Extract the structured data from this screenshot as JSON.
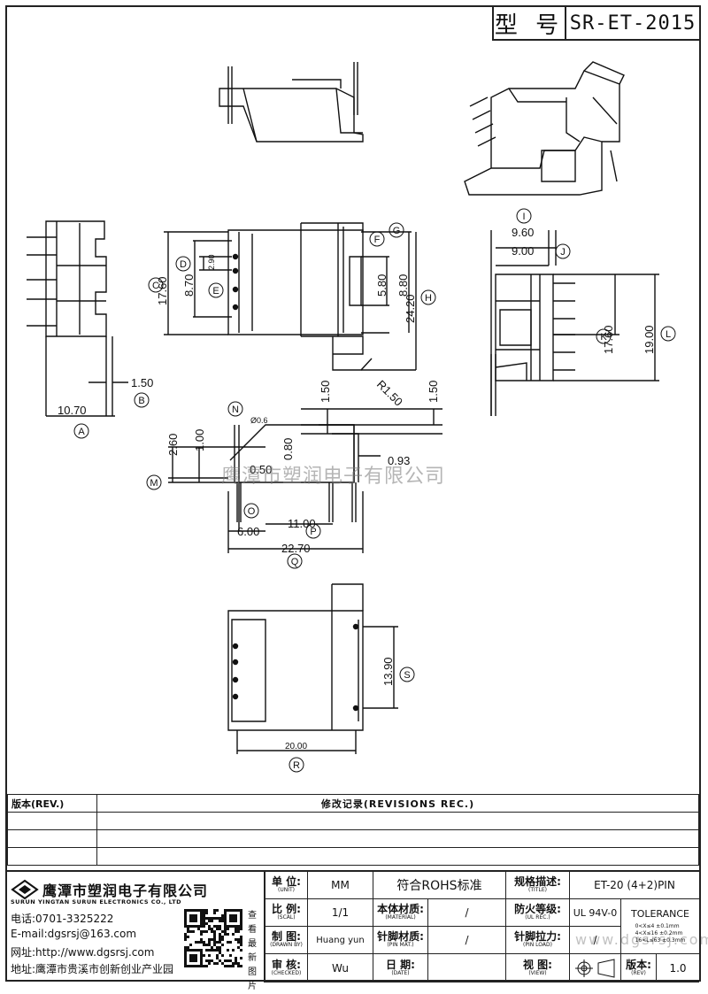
{
  "model": {
    "label": "型 号",
    "value": "SR-ET-2015"
  },
  "watermark": {
    "text": "鹰潭市塑润电子有限公司",
    "url": "www.dgsrsj.com"
  },
  "dims": {
    "A": "10.70",
    "B": "1.50",
    "C": "17.60",
    "D": "8.70",
    "E": "2.90",
    "F": "5.80",
    "G": "8.80",
    "H": "24.20",
    "R1": "R1.50",
    "I": "9.60",
    "J": "9.00",
    "K": "17.60",
    "L": "19.00",
    "M1": "2.60",
    "M2": "1.00",
    "N": "Ø0.6",
    "h1": "0.80",
    "h2": "0.50",
    "t1": "1.50",
    "t2": "1.50",
    "O": "6.00",
    "P": "11.00",
    "Q": "22.70",
    "w": "0.93",
    "S": "13.90",
    "R": "20.00"
  },
  "circle_labels": [
    "A",
    "B",
    "C",
    "D",
    "E",
    "F",
    "G",
    "H",
    "I",
    "J",
    "K",
    "L",
    "M",
    "N",
    "O",
    "P",
    "Q",
    "R",
    "S"
  ],
  "revisions": {
    "header_left": "版本(REV.)",
    "header_right": "修改记录(REVISIONS REC.)"
  },
  "company": {
    "name_cn": "鹰潭市塑润电子有限公司",
    "name_en": "SURUN YINGTAN SURUN ELECTRONICS CO., LTD",
    "phone": "电话:0701-3325222",
    "email": "E-mail:dgsrsj@163.com",
    "web": "网址:http://www.dgsrsj.com",
    "address": "地址:鹰潭市贵溪市创新创业产业园",
    "qr_label": "查看最新图片"
  },
  "title_block": {
    "unit": {
      "cn": "单 位:",
      "en": "(UNIT)",
      "value": "MM"
    },
    "scale": {
      "cn": "比 例:",
      "en": "(SCAL)",
      "value": "1/1"
    },
    "drawn": {
      "cn": "制 图:",
      "en": "(DRAWN BY)",
      "value": "Huang yun"
    },
    "checked": {
      "cn": "审 核:",
      "en": "(CHECKED)",
      "value": "Wu"
    },
    "rohs": "符合ROHS标准",
    "material": {
      "cn": "本体材质:",
      "en": "(MATERIAL)",
      "value": "/"
    },
    "pin_mat": {
      "cn": "针脚材质:",
      "en": "(PIN MAT.)",
      "value": "/"
    },
    "date": {
      "cn": "日 期:",
      "en": "(DATE)",
      "value": ""
    },
    "title": {
      "cn": "规格描述:",
      "en": "(TITLE)",
      "value": "ET-20 (4+2)PIN"
    },
    "ul": {
      "cn": "防火等级:",
      "en": "(UL REC.)",
      "value": "UL 94V-0"
    },
    "pin_load": {
      "cn": "针脚拉力:",
      "en": "(PIN LOAD)",
      "value": "/"
    },
    "view": {
      "cn": "视 图:",
      "en": "(VIEW)"
    },
    "tolerance": "TOLERANCE",
    "tol_lines": [
      "0<X≤4  ±0.1mm",
      "4<X≤16  ±0.2mm",
      "16<L≤63 ±0.3mm"
    ],
    "rev": {
      "cn": "版本:",
      "en": "(REV)",
      "value": "1.0"
    }
  }
}
